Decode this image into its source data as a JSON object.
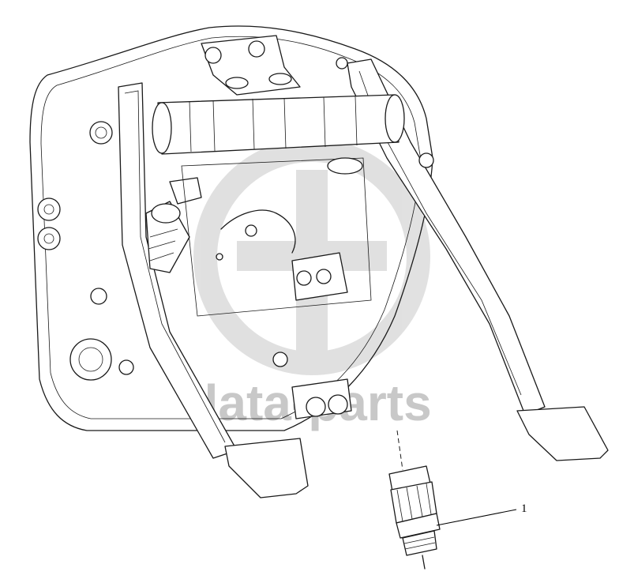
{
  "watermark": {
    "text": "data-parts",
    "color": "#c8c8c8"
  },
  "callouts": [
    {
      "number": "1",
      "part": "pedal-switch"
    }
  ],
  "colors": {
    "line": "#1a1a1a",
    "background": "#ffffff"
  }
}
